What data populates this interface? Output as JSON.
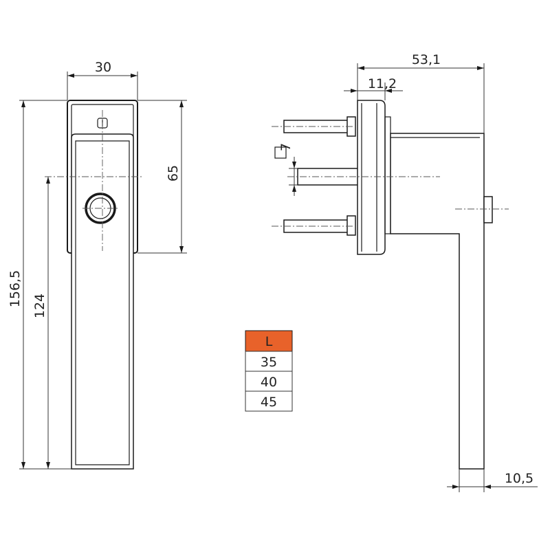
{
  "dimensions": {
    "width_front": "30",
    "height_plate": "65",
    "total_length": "156,5",
    "handle_length": "124",
    "depth": "53,1",
    "plate_depth": "11,2",
    "square_spindle": "7",
    "lever_thickness": "10,5"
  },
  "table": {
    "header": "L",
    "header_color": "#e8622a",
    "rows": [
      "35",
      "40",
      "45"
    ]
  },
  "colors": {
    "line": "#1a1a1a",
    "background": "#ffffff"
  }
}
